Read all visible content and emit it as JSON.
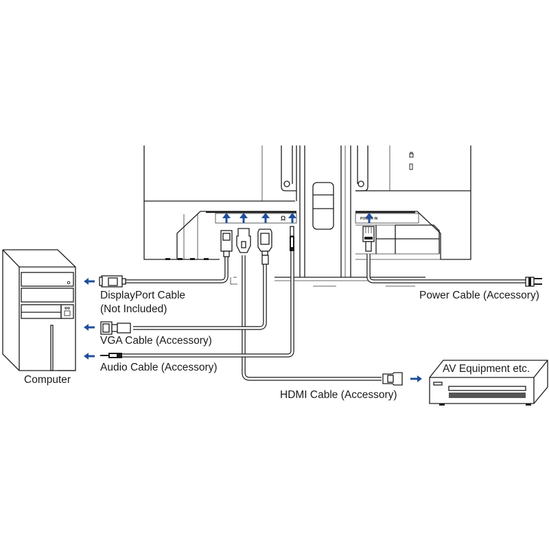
{
  "diagram": {
    "title": "Monitor connection diagram",
    "accent_color": "#1f4e9c",
    "monitor": {
      "port_labels": {
        "power": "POWER IN"
      },
      "ports": [
        "DisplayPort",
        "HDMI",
        "VGA",
        "Audio (headphone)",
        "Power"
      ],
      "rear_icons": [
        "lock-icon",
        "kensington-slot-icon"
      ]
    },
    "devices": {
      "computer": "Computer",
      "av_equipment": "AV Equipment etc."
    },
    "cables": [
      {
        "id": "displayport",
        "label_line1": "DisplayPort Cable",
        "label_line2": "(Not Included)",
        "direction": "to-computer"
      },
      {
        "id": "vga",
        "label": "VGA Cable (Accessory)",
        "direction": "to-computer"
      },
      {
        "id": "audio",
        "label": "Audio Cable (Accessory)",
        "direction": "to-computer"
      },
      {
        "id": "hdmi",
        "label": "HDMI Cable (Accessory)",
        "direction": "to-av-equipment"
      },
      {
        "id": "power",
        "label": "Power Cable (Accessory)",
        "direction": "to-outlet"
      }
    ]
  }
}
